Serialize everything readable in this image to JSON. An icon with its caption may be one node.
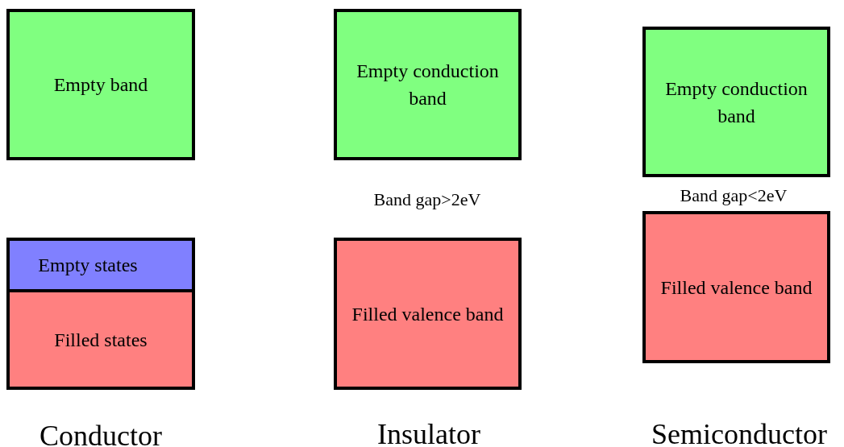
{
  "diagram": {
    "nodes": [
      {
        "text": [
          "Empty band"
        ]
      },
      {
        "text": [
          "Empty conduction band"
        ]
      },
      {
        "text": [
          "Empty conduction band"
        ]
      },
      {
        "text": [
          "Empty states"
        ]
      },
      {
        "text": [
          "Filled states"
        ]
      },
      {
        "text": [
          "Filled valence band"
        ]
      },
      {
        "text": [
          "Filled valence band"
        ]
      }
    ],
    "labels": [
      "Band gap>2eV",
      "Band gap<2eV",
      "Conductor",
      "Insulator",
      "Semiconductor"
    ]
  }
}
